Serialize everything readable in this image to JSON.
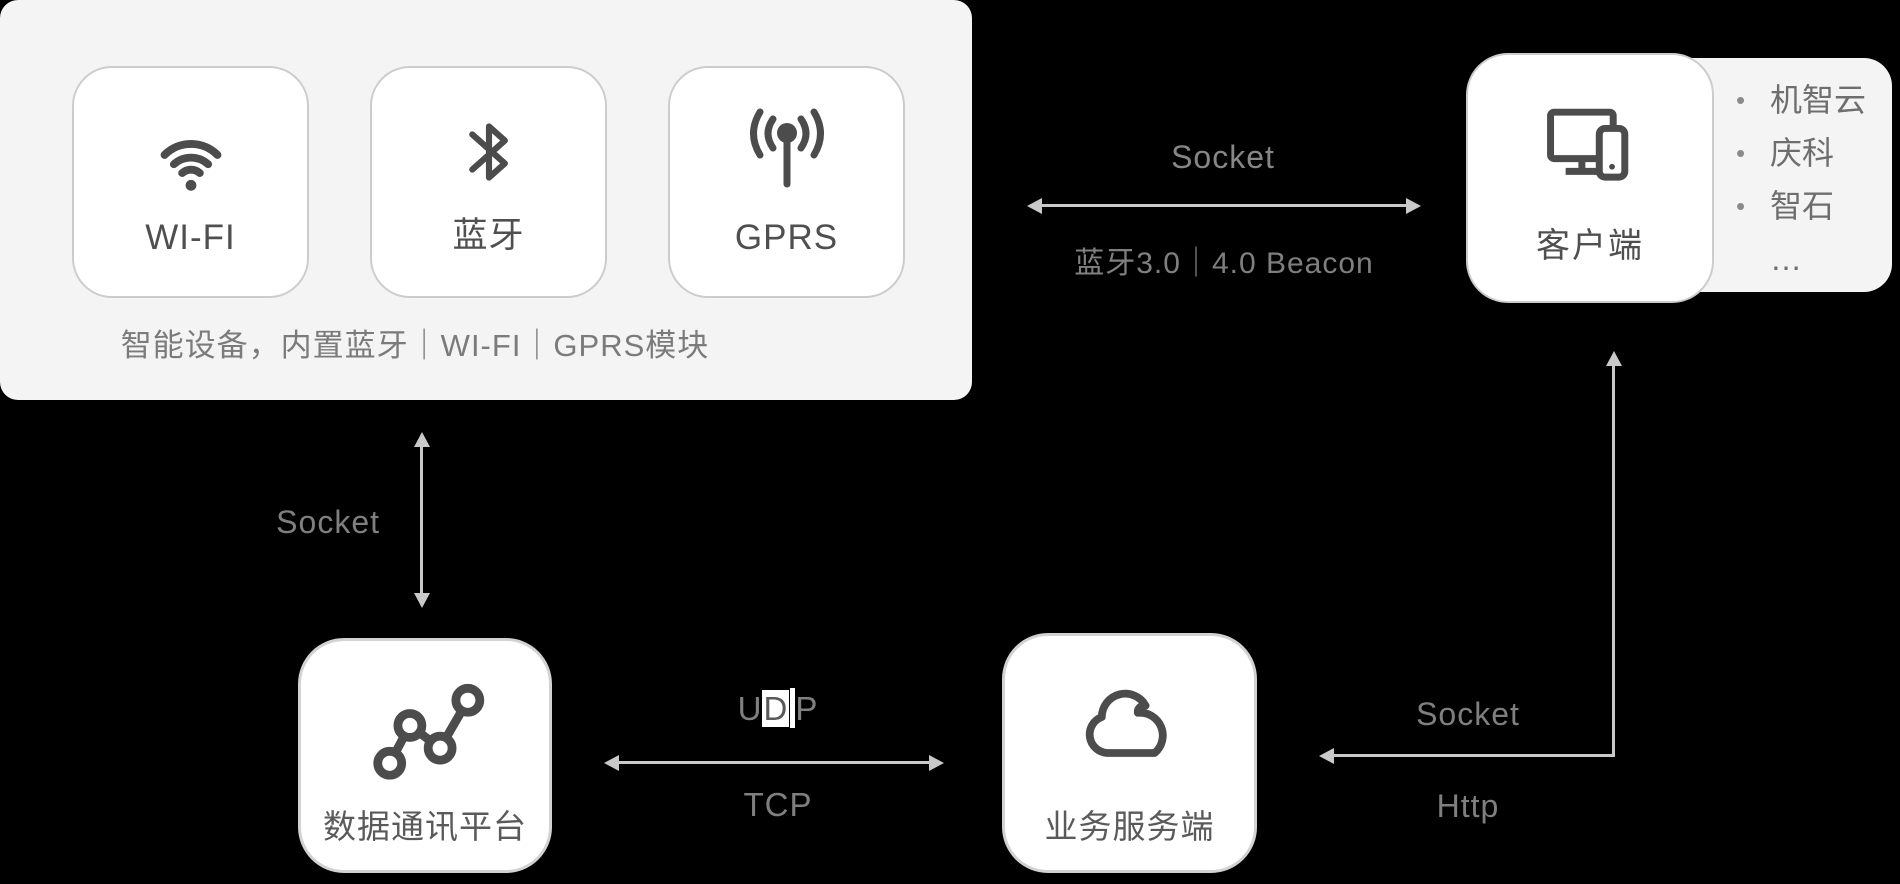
{
  "colors": {
    "background": "#000000",
    "panel_bg": "#f4f4f4",
    "card_bg": "#ffffff",
    "card_border": "#cccccc",
    "box_border": "#d2d2d2",
    "icon": "#4c4c4c",
    "box_label": "#4f4f4f",
    "caption_text": "#7b7b7b",
    "arrow": "#c9c9c9",
    "arrow_label": "#7f7f7f",
    "vendor_text": "#6e6e6e",
    "bullet": "#8a8a8a"
  },
  "device_panel": {
    "cards": [
      {
        "label": "WI-FI",
        "icon": "wifi-icon"
      },
      {
        "label": "蓝牙",
        "icon": "bluetooth-icon"
      },
      {
        "label": "GPRS",
        "icon": "antenna-icon"
      }
    ],
    "caption": "智能设备，内置蓝牙｜WI-FI｜GPRS模块"
  },
  "client": {
    "label": "客户端",
    "icon": "desktop-mobile-icon",
    "vendors": [
      {
        "bullet": "•",
        "name": "机智云"
      },
      {
        "bullet": "•",
        "name": "庆科"
      },
      {
        "bullet": "•",
        "name": "智石"
      },
      {
        "bullet": "",
        "name": "…"
      }
    ]
  },
  "data_platform": {
    "label": "数据通讯平台",
    "icon": "line-chart-icon"
  },
  "business_server": {
    "label": "业务服务端",
    "icon": "cloud-icon"
  },
  "connections": {
    "device_client": {
      "top_label": "Socket",
      "bottom_label": "蓝牙3.0｜4.0 Beacon"
    },
    "device_platform": {
      "label": "Socket"
    },
    "platform_business": {
      "top_label_parts": {
        "u": "U",
        "d": "D",
        "p": "P"
      },
      "bottom_label": "TCP"
    },
    "business_client": {
      "top_label": "Socket",
      "bottom_label": "Http"
    }
  }
}
